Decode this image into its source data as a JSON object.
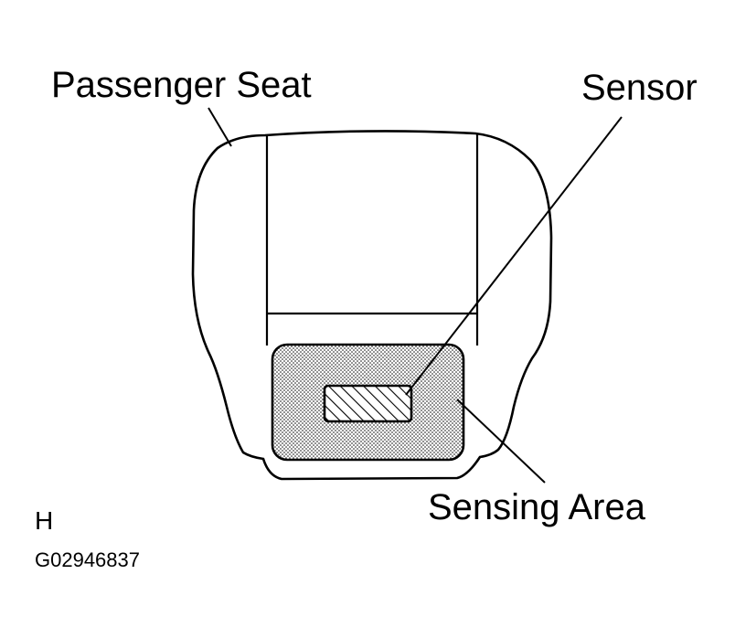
{
  "labels": {
    "passenger_seat": "Passenger Seat",
    "sensor": "Sensor",
    "sensing_area": "Sensing Area",
    "view_letter": "H",
    "figure_id": "G02946837"
  },
  "colors": {
    "stroke": "#000000",
    "background": "#ffffff"
  }
}
